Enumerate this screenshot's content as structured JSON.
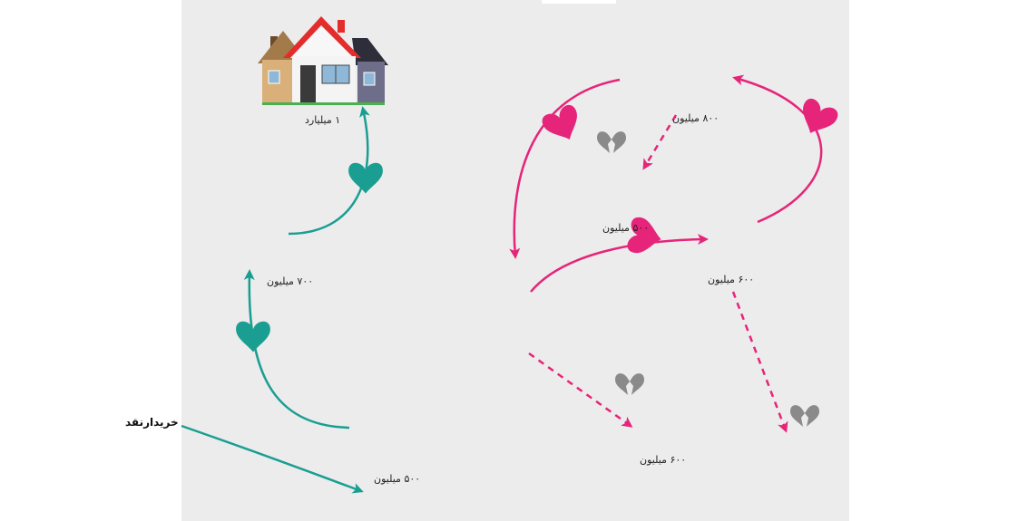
{
  "labels": {
    "house_1b": "۱ میلیارد",
    "house_700": "۷۰۰ میلیون",
    "house_500": "۵۰۰ میلیون",
    "house_800": "۸۰۰ میلیون",
    "house_500b": "۵۰۰ میلیون",
    "house_600_right": "۶۰۰ میلیون",
    "house_600_bottom": "۶۰۰ میلیون",
    "cash_buyer": "خریدارنقد"
  },
  "colors": {
    "teal": "#1a9e92",
    "pink": "#e6247a",
    "gray_heart": "#8a8a8a",
    "house_tan": "#d9b07a",
    "roof_brown": "#8b5a2b",
    "roof_red": "#e42c2c",
    "gray_house": "#7b7b7b",
    "light_gray_house": "#b9b9b9"
  }
}
